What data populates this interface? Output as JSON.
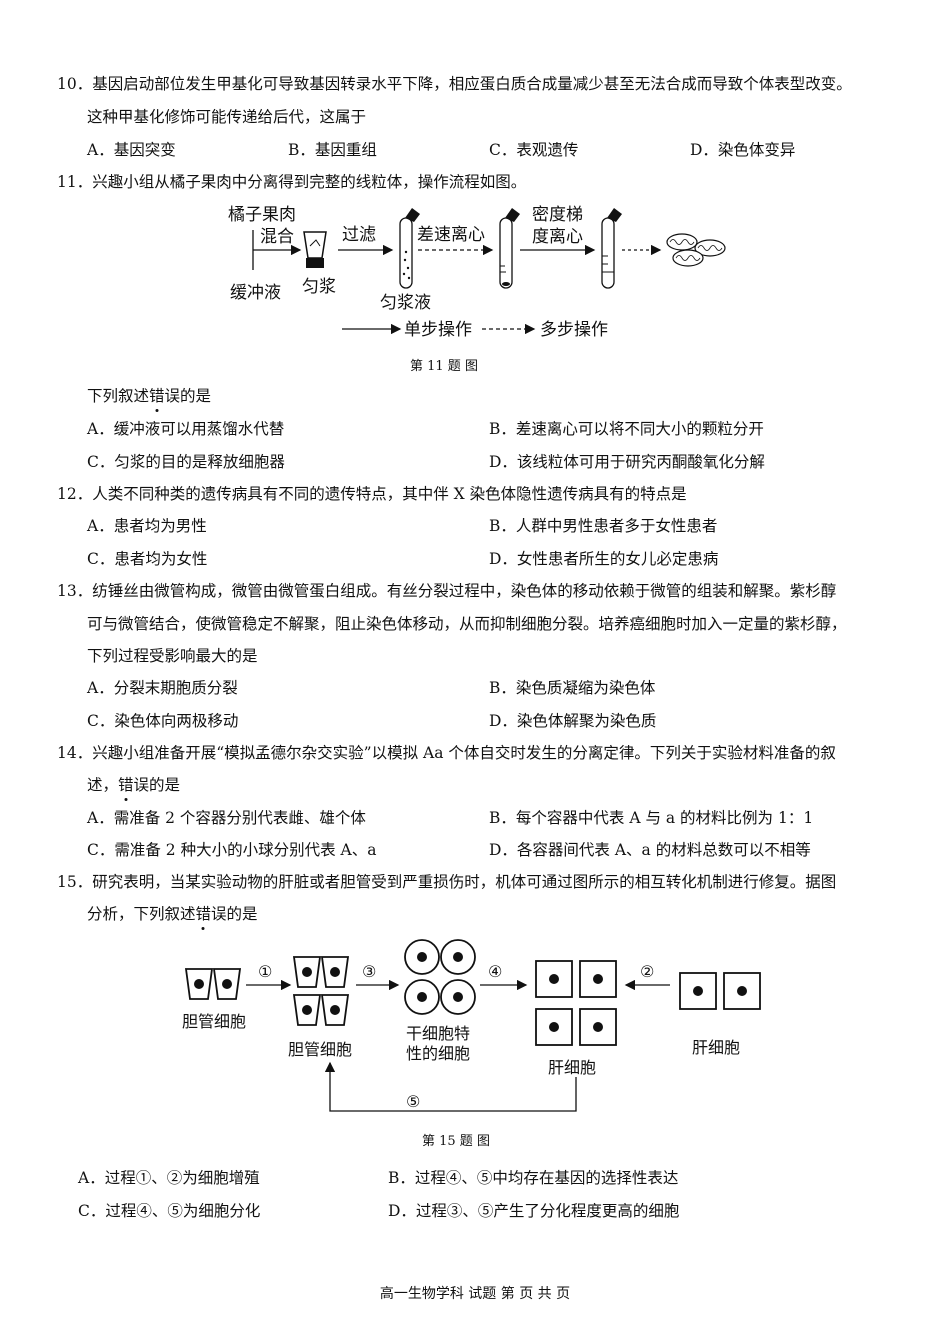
{
  "q10": {
    "stem1": "10．基因启动部位发生甲基化可导致基因转录水平下降，相应蛋白质合成量减少甚至无法合成而导致个体表型改变。",
    "stem2": "这种甲基化修饰可能传递给后代，这属于",
    "A": "A．基因突变",
    "B": "B．基因重组",
    "C": "C．表观遗传",
    "D": "D．染色体变异"
  },
  "q11": {
    "stem": "11．兴趣小组从橘子果肉中分离得到完整的线粒体，操作流程如图。",
    "fig": {
      "fruit": "橘子果肉",
      "mix": "混合",
      "buffer": "缓冲液",
      "homogenize": "匀浆",
      "filter": "过滤",
      "homogenate": "匀浆液",
      "diff_centrifuge": "差速离心",
      "density1": "密度梯",
      "density2": "度离心",
      "single_step": "单步操作",
      "multi_step": "多步操作"
    },
    "caption": "第 11 题  图",
    "ask_pre": "下列叙述",
    "ask_dot1": "错",
    "ask_dot2": "误",
    "ask_post": "的是",
    "A": "A．缓冲液可以用蒸馏水代替",
    "B": "B．差速离心可以将不同大小的颗粒分开",
    "C": "C．匀浆的目的是释放细胞器",
    "D": "D．该线粒体可用于研究丙酮酸氧化分解"
  },
  "q12": {
    "stem": "12．人类不同种类的遗传病具有不同的遗传特点，其中伴 X 染色体隐性遗传病具有的特点是",
    "A": "A．患者均为男性",
    "B": "B．人群中男性患者多于女性患者",
    "C": "C．患者均为女性",
    "D": "D．女性患者所生的女儿必定患病"
  },
  "q13": {
    "stem1": "13．纺锤丝由微管构成，微管由微管蛋白组成。有丝分裂过程中，染色体的移动依赖于微管的组装和解聚。紫杉醇",
    "stem2": "可与微管结合，使微管稳定不解聚，阻止染色体移动，从而抑制细胞分裂。培养癌细胞时加入一定量的紫杉醇，",
    "stem3": "下列过程受影响最大的是",
    "A": "A．分裂末期胞质分裂",
    "B": "B．染色质凝缩为染色体",
    "C": "C．染色体向两极移动",
    "D": "D．染色体解聚为染色质"
  },
  "q14": {
    "stem1": "14．兴趣小组准备开展“模拟孟德尔杂交实验”以模拟 Aa 个体自交时发生的分离定律。下列关于实验材料准备的叙",
    "stem2_pre": "述，",
    "stem2_dot1": "错",
    "stem2_dot2": "误",
    "stem2_post": "的是",
    "A": "A．需准备 2 个容器分别代表雌、雄个体",
    "B": "B．每个容器中代表 A 与 a 的材料比例为 1：1",
    "C": "C．需准备 2 种大小的小球分别代表 A、a",
    "D": "D．各容器间代表 A、a 的材料总数可以不相等"
  },
  "q15": {
    "stem1": "15．研究表明，当某实验动物的肝脏或者胆管受到严重损伤时，机体可通过图所示的相互转化机制进行修复。据图",
    "stem2_pre": "分析，下列叙述",
    "stem2_dot1": "错",
    "stem2_dot2": "误",
    "stem2_post": "的是",
    "fig": {
      "bile1": "胆管细胞",
      "bile2": "胆管细胞",
      "stem1": "干细胞特",
      "stem2": "性的细胞",
      "liver1": "肝细胞",
      "liver2": "肝细胞",
      "p1": "①",
      "p2": "②",
      "p3": "③",
      "p4": "④",
      "p5": "⑤"
    },
    "caption": "第 15 题  图",
    "A": "A．过程①、②为细胞增殖",
    "B": "B．过程④、⑤中均存在基因的选择性表达",
    "C": "C．过程④、⑤为细胞分化",
    "D": "D．过程③、⑤产生了分化程度更高的细胞"
  },
  "footer": "高一生物学科  试题    第      页  共      页"
}
